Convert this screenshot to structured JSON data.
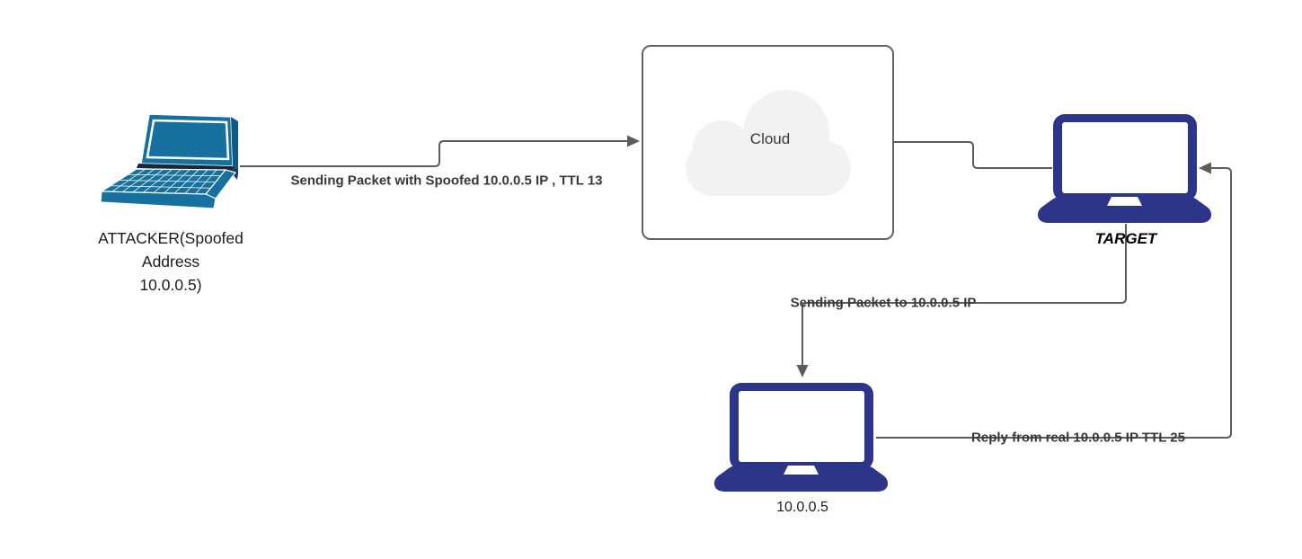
{
  "diagram": {
    "colors": {
      "canvas_bg": "#ffffff",
      "attacker_teal": "#16719f",
      "attacker_teal_dark": "#0e5a80",
      "attacker_shadow": "#1c3d5f",
      "laptop_navy": "#2d3588",
      "connector": "#5c5c5c",
      "edge_label": "#383838",
      "node_label": "#1c1c1c",
      "cloud_fill": "#f2f2f2",
      "cloud_border": "#636363"
    },
    "nodes": {
      "attacker": {
        "icon": "laptop-perspective-icon",
        "label_lines": [
          "ATTACKER(Spoofed",
          "Address",
          "10.0.0.5)"
        ]
      },
      "cloud": {
        "icon": "cloud-icon",
        "label": "Cloud"
      },
      "target": {
        "icon": "laptop-front-icon",
        "label": "TARGET"
      },
      "real_host": {
        "icon": "laptop-front-icon",
        "label": "10.0.0.5"
      }
    },
    "edges": {
      "attacker_to_cloud": {
        "label": "Sending Packet with Spoofed 10.0.0.5 IP , TTL 13"
      },
      "cloud_to_target": {
        "label": ""
      },
      "target_to_real_host": {
        "label": "Sending Packet to 10.0.0.5 IP"
      },
      "real_host_to_target": {
        "label": "Reply from real 10.0.0.5 IP TTL 25"
      }
    }
  }
}
